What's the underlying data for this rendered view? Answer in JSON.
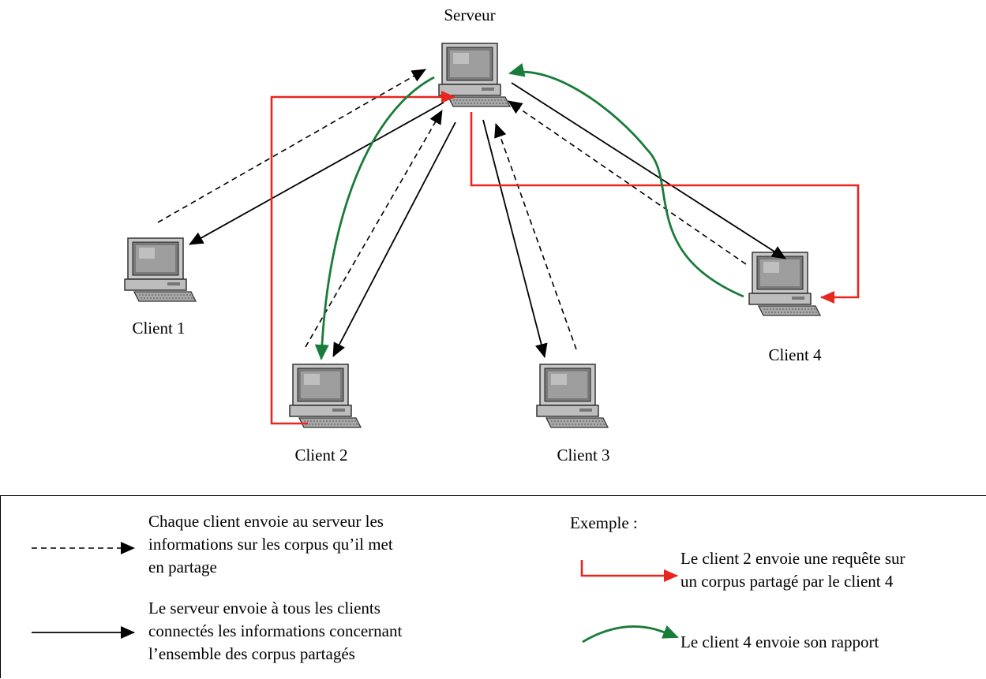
{
  "diagram": {
    "server_label": "Serveur",
    "clients": [
      {
        "label": "Client 1"
      },
      {
        "label": "Client 2"
      },
      {
        "label": "Client 3"
      },
      {
        "label": "Client 4"
      }
    ],
    "colors": {
      "request": "#e8251e",
      "report": "#1a7c3a",
      "info": "#000000"
    }
  },
  "legend": {
    "dashed_text_lines": [
      "Chaque client envoie au serveur les",
      "informations sur les corpus qu’il met",
      "en partage"
    ],
    "solid_text_lines": [
      "Le serveur envoie à tous les clients",
      "connectés les informations concernant",
      "l’ensemble des corpus partagés"
    ],
    "example_title": "Exemple :",
    "red_text_lines": [
      "Le client 2 envoie une requête sur",
      "un corpus partagé par le client 4"
    ],
    "green_text": "Le client 4 envoie son rapport"
  }
}
